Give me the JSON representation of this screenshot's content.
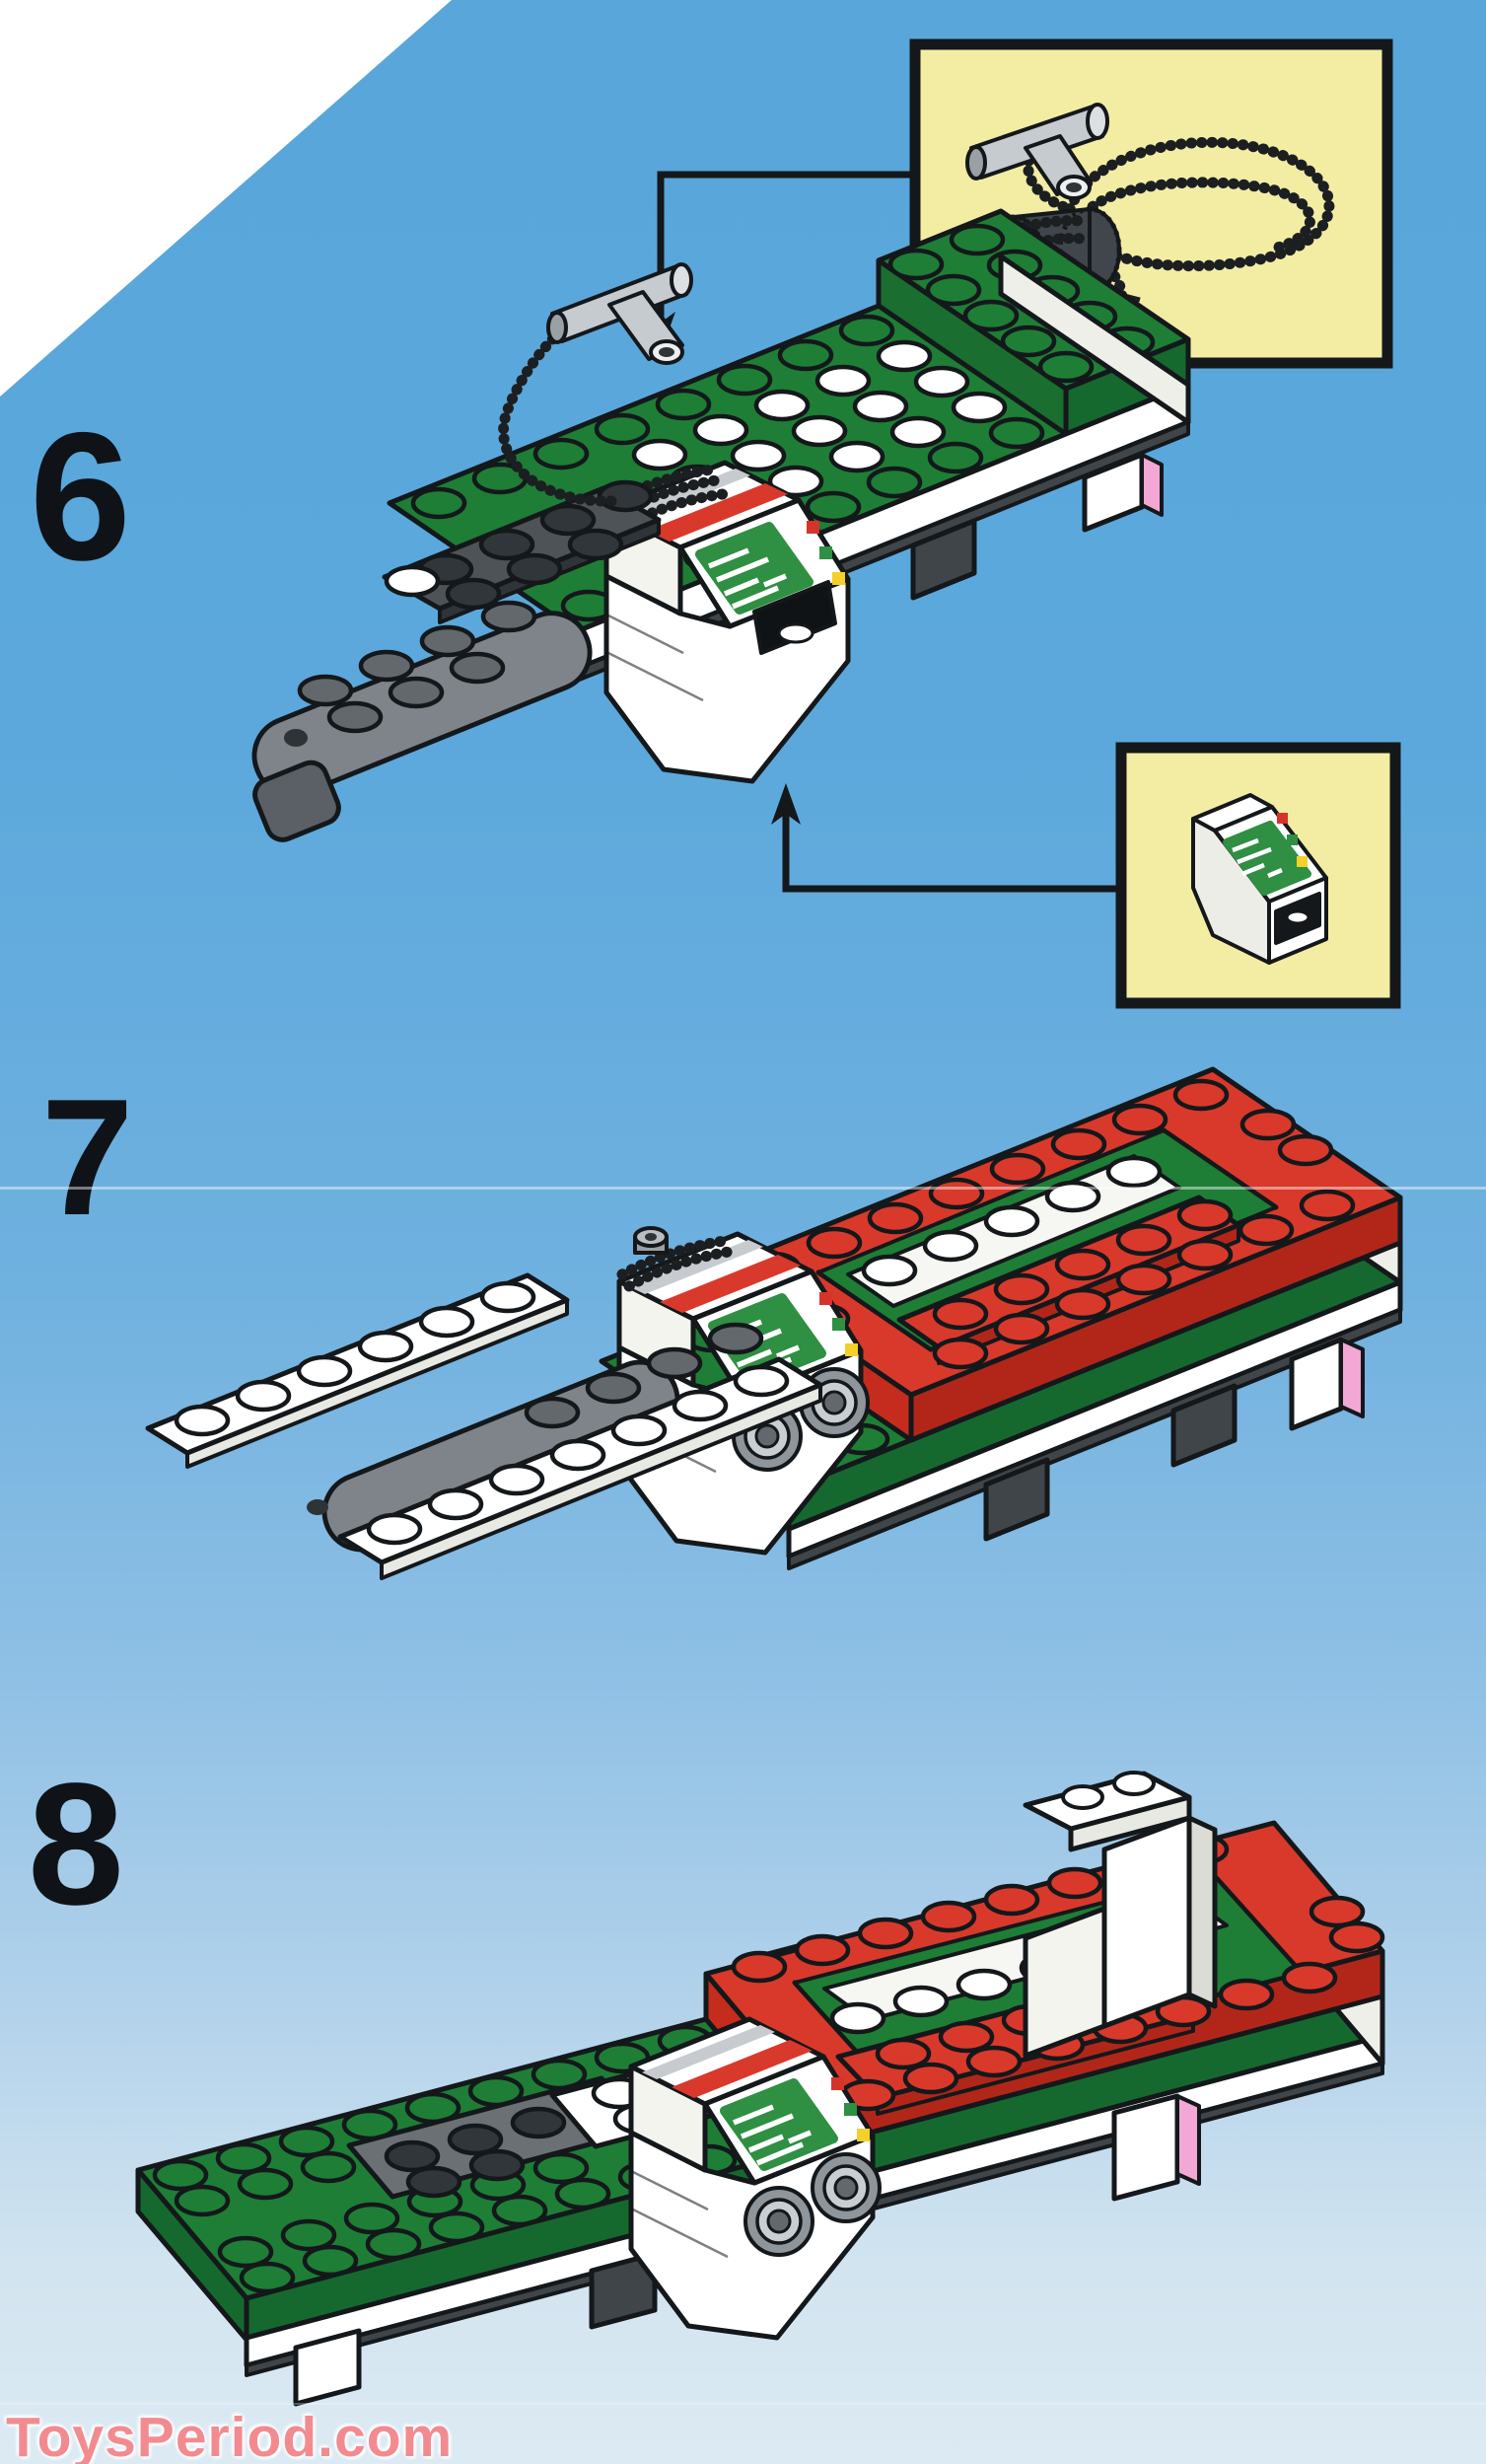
{
  "page": {
    "kind": "lego-instruction-page",
    "fold_corner": "white triangle top-left",
    "creases": [
      "horizontal fold line upper-middle",
      "faint fold line near bottom"
    ]
  },
  "steps": [
    {
      "number": "6"
    },
    {
      "number": "7"
    },
    {
      "number": "8"
    }
  ],
  "callouts": [
    {
      "id": "callout-string-spool",
      "depicts": "hose-nozzle-with-string-and-spool-icon"
    },
    {
      "id": "callout-control-panel",
      "depicts": "control-panel-slope-brick-icon"
    }
  ],
  "watermark": {
    "text": "ToysPeriod.com"
  },
  "colors": {
    "background_top": "#58A6DA",
    "background_bottom": "#DCEAF3",
    "callout_fill": "#F3EDA3",
    "callout_border": "#15181B",
    "brick_green_top": "#1E7E36",
    "brick_green_side": "#15692E",
    "brick_red_top": "#D9392B",
    "brick_red_side": "#B2261A",
    "brick_white": "#FFFFFF",
    "brick_dark_gray": "#4A5054",
    "brick_light_gray": "#7E8489",
    "accent_pink": "#F2A7D4",
    "sticker_green": "#2F8F42",
    "dot_red": "#D6342A",
    "dot_green": "#2F8F42",
    "dot_yellow": "#F4D028",
    "number_color": "#0F1317",
    "watermark_color": "#F28B90"
  }
}
